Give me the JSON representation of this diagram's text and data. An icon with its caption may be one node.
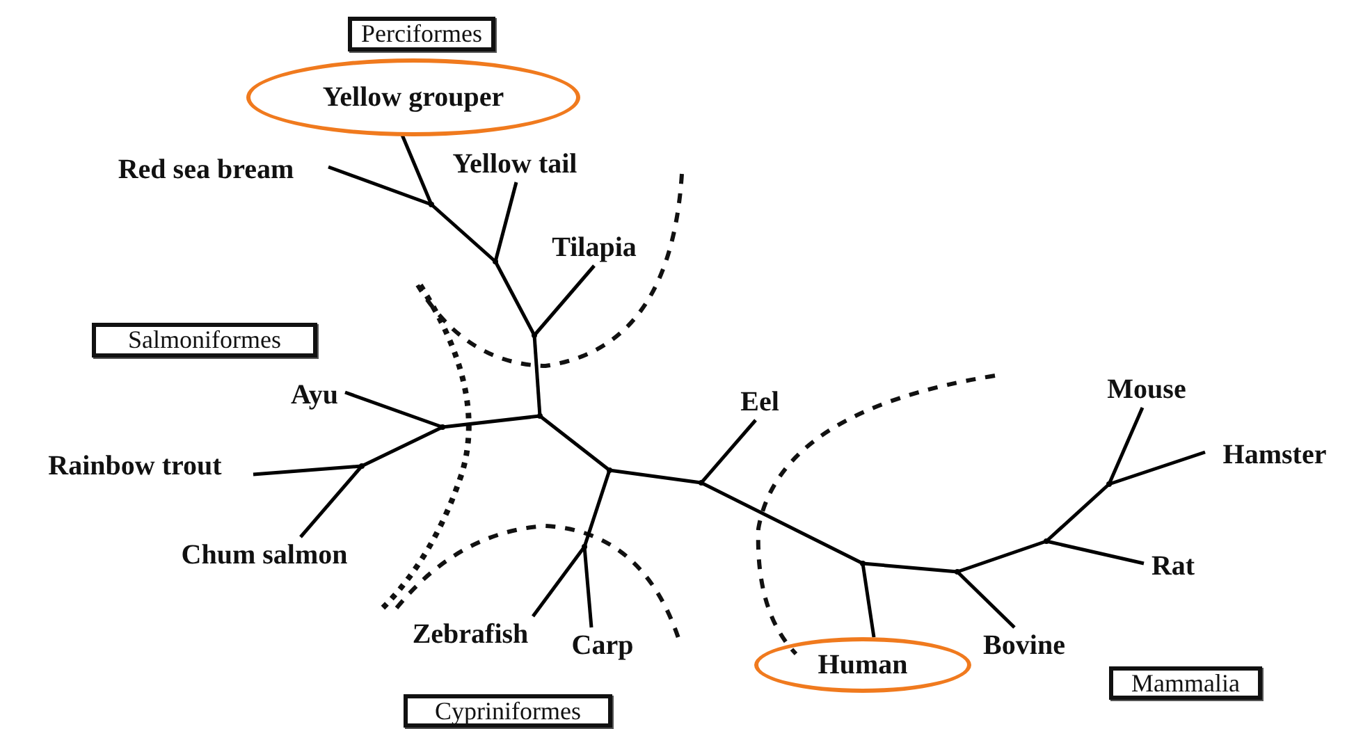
{
  "diagram": {
    "nodes": [
      {
        "text": [
          "Perciformes"
        ]
      },
      {
        "text": [
          "Yellow grouper"
        ]
      },
      {
        "text": [
          "Red sea bream"
        ]
      },
      {
        "text": [
          "Yellow tail"
        ]
      },
      {
        "text": [
          "Tilapia"
        ]
      },
      {
        "text": [
          "Salmoniformes"
        ]
      },
      {
        "text": [
          "Ayu"
        ]
      },
      {
        "text": [
          "Mouse"
        ]
      },
      {
        "text": [
          "Eel"
        ]
      },
      {
        "text": [
          "Hamster"
        ]
      },
      {
        "text": [
          "Rainbow trout"
        ]
      },
      {
        "text": [
          "Chum salmon"
        ]
      },
      {
        "text": [
          "Rat"
        ]
      },
      {
        "text": [
          "Zebrafish"
        ]
      },
      {
        "text": [
          "Carp"
        ]
      },
      {
        "text": [
          "Bovine"
        ]
      },
      {
        "text": [
          "Human"
        ]
      },
      {
        "text": [
          "Mammalia"
        ]
      },
      {
        "text": [
          "Cypriniformes"
        ]
      },
      {
        "text": [],
        "shape": "point"
      },
      {
        "text": [],
        "shape": "point"
      },
      {
        "text": [],
        "shape": "point"
      },
      {
        "text": [],
        "shape": "point"
      },
      {
        "text": [],
        "shape": "point"
      },
      {
        "text": [],
        "shape": "point"
      },
      {
        "text": [],
        "shape": "point"
      },
      {
        "text": [],
        "shape": "point"
      },
      {
        "text": [],
        "shape": "point"
      },
      {
        "text": [],
        "shape": "point"
      },
      {
        "text": [],
        "shape": "point"
      },
      {
        "text": [],
        "shape": "point"
      },
      {
        "text": [],
        "shape": "point"
      }
    ],
    "edges": [
      {
        "from": 19,
        "to": 1,
        "arrow": "none"
      },
      {
        "from": 19,
        "to": 2,
        "arrow": "none"
      },
      {
        "from": 19,
        "to": 20,
        "arrow": "none"
      },
      {
        "from": 20,
        "to": 3,
        "arrow": "none"
      },
      {
        "from": 20,
        "to": 21,
        "arrow": "none"
      },
      {
        "from": 21,
        "to": 4,
        "arrow": "none"
      },
      {
        "from": 21,
        "to": 22,
        "arrow": "none"
      },
      {
        "from": 22,
        "to": 23,
        "arrow": "none"
      },
      {
        "from": 23,
        "to": 6,
        "arrow": "none"
      },
      {
        "from": 23,
        "to": 24,
        "arrow": "none"
      },
      {
        "from": 24,
        "to": 10,
        "arrow": "none"
      },
      {
        "from": 24,
        "to": 11,
        "arrow": "none"
      },
      {
        "from": 22,
        "to": 25,
        "arrow": "none"
      },
      {
        "from": 25,
        "to": 26,
        "arrow": "none"
      },
      {
        "from": 26,
        "to": 13,
        "arrow": "none"
      },
      {
        "from": 26,
        "to": 14,
        "arrow": "none"
      },
      {
        "from": 25,
        "to": 27,
        "arrow": "none"
      },
      {
        "from": 27,
        "to": 8,
        "arrow": "none"
      },
      {
        "from": 27,
        "to": 28,
        "arrow": "none"
      },
      {
        "from": 28,
        "to": 16,
        "arrow": "none"
      },
      {
        "from": 28,
        "to": 29,
        "arrow": "none"
      },
      {
        "from": 29,
        "to": 15,
        "arrow": "none"
      },
      {
        "from": 29,
        "to": 30,
        "arrow": "none"
      },
      {
        "from": 30,
        "to": 12,
        "arrow": "none"
      },
      {
        "from": 30,
        "to": 31,
        "arrow": "none"
      },
      {
        "from": 31,
        "to": 7,
        "arrow": "none"
      },
      {
        "from": 31,
        "to": 9,
        "arrow": "none"
      }
    ]
  }
}
